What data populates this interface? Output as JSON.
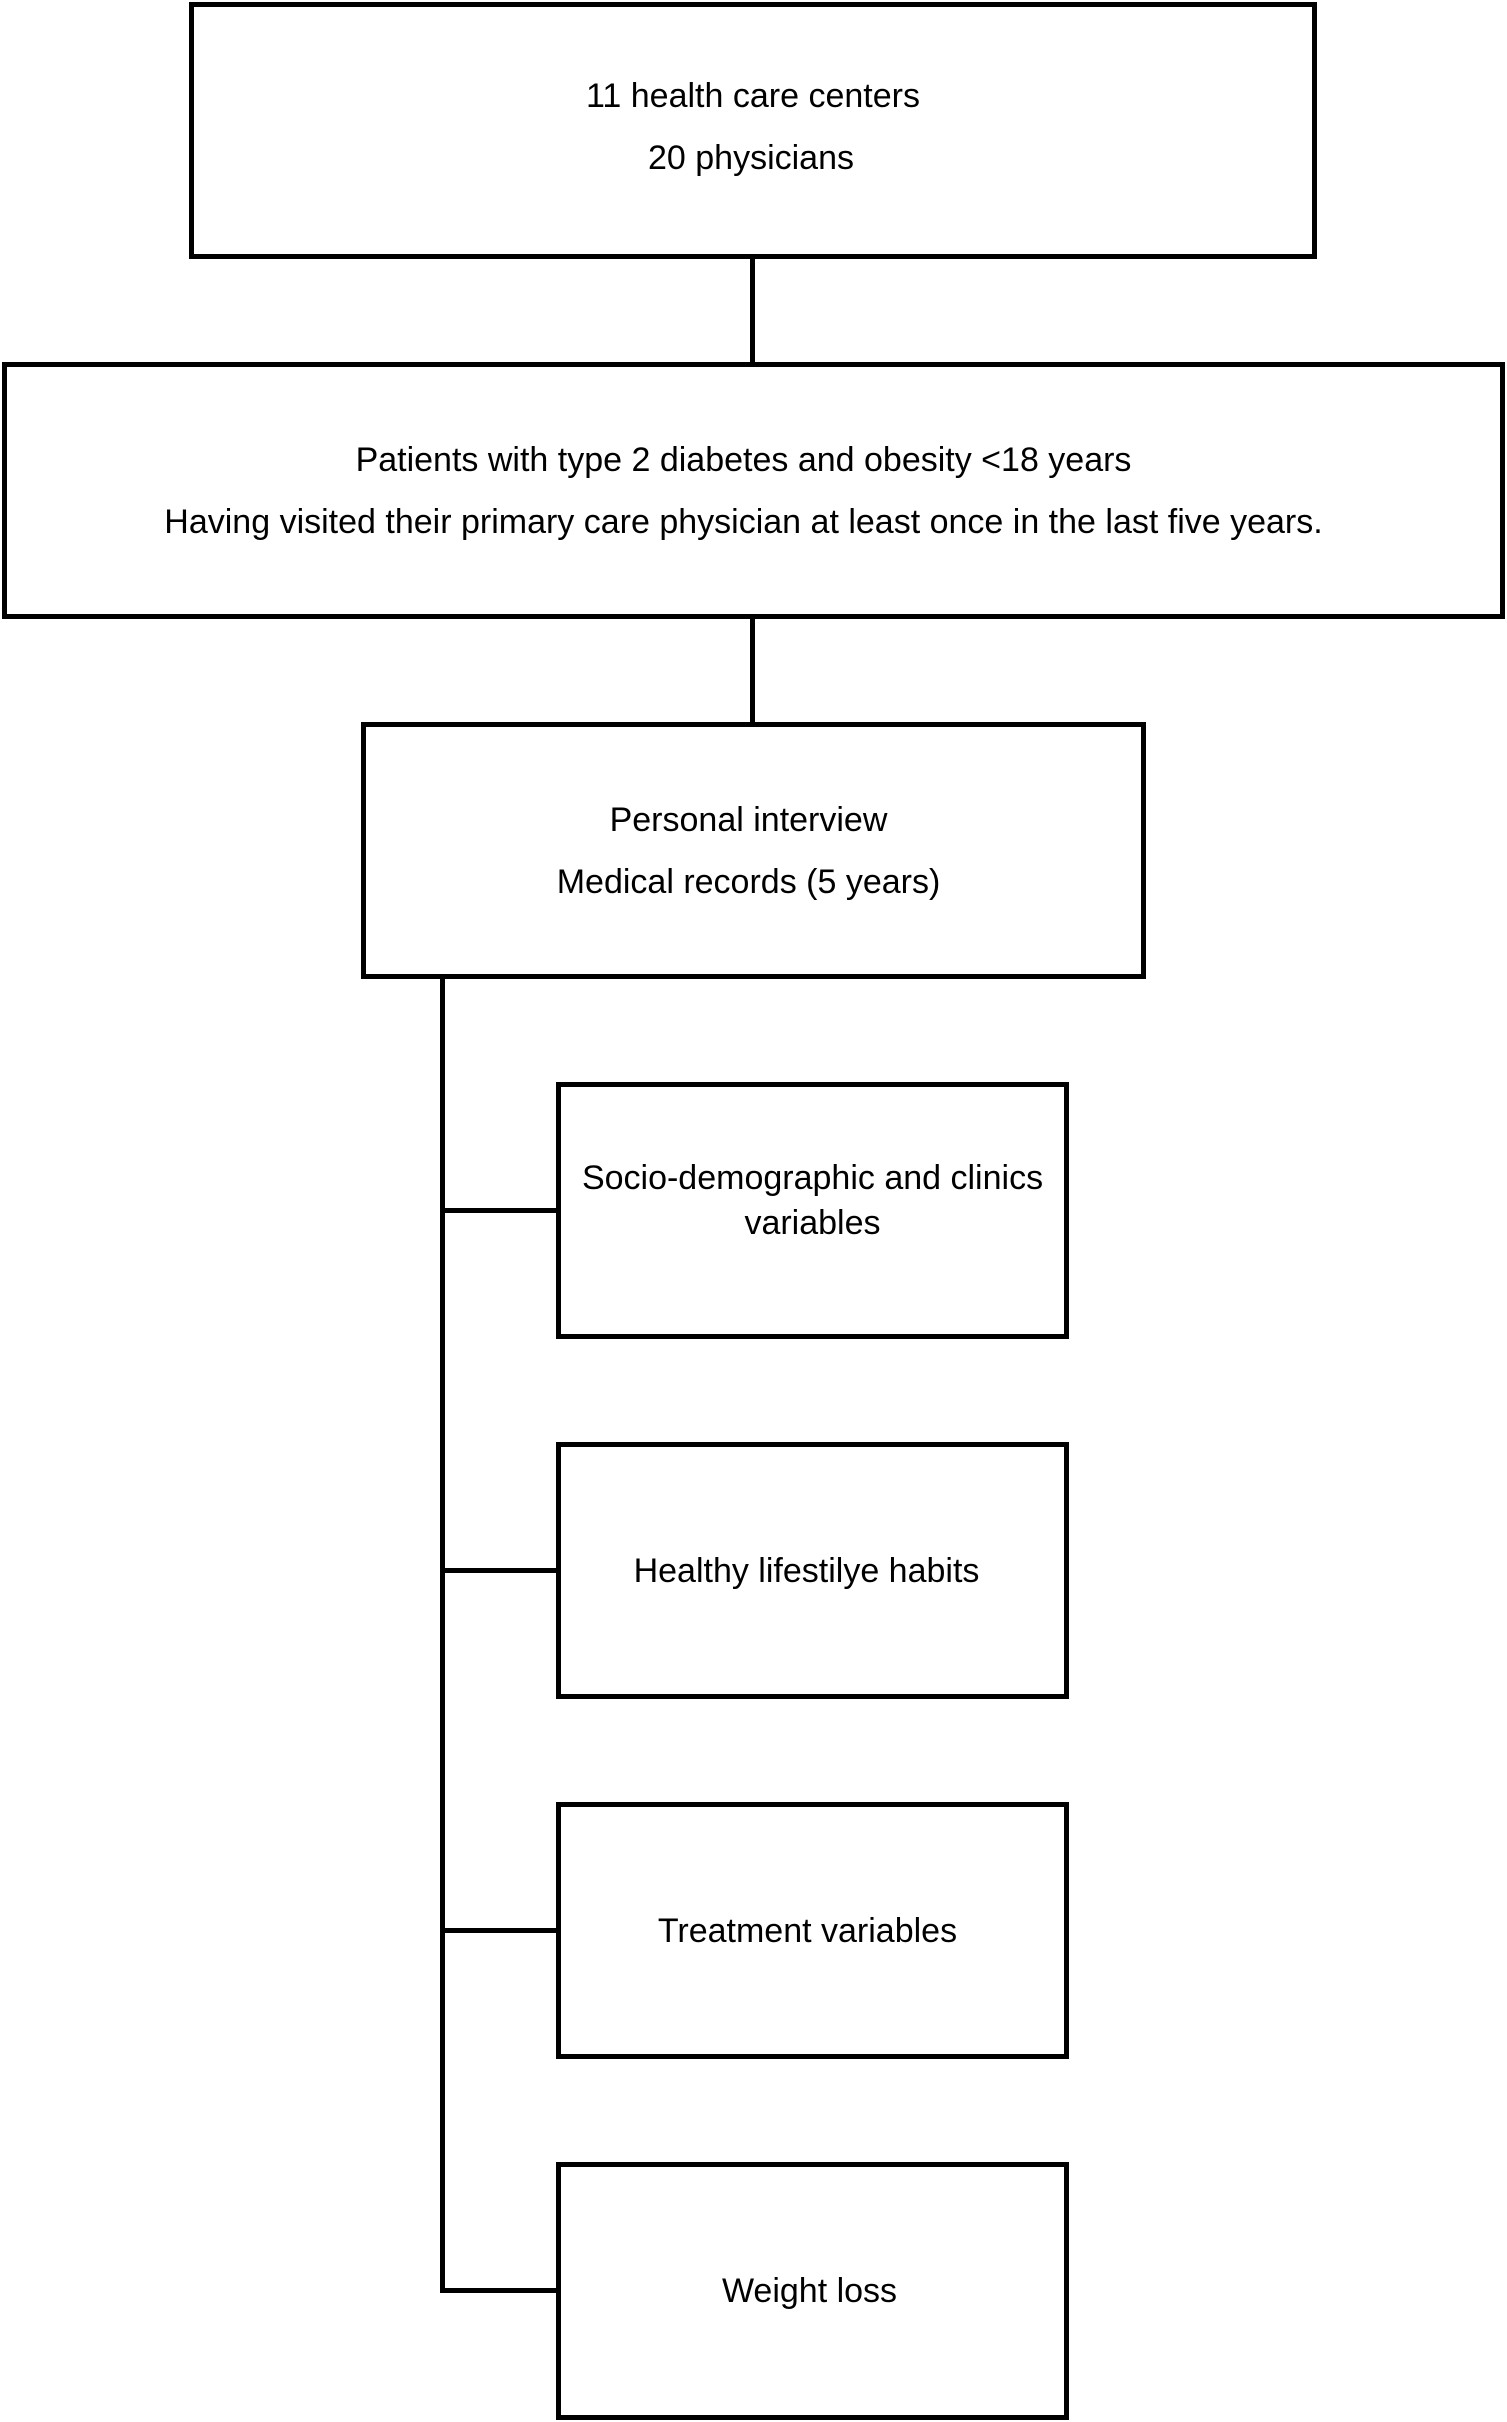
{
  "diagram": {
    "centers_box": {
      "line1": "11 health care centers",
      "line2": "20 physicians"
    },
    "patients_box": {
      "line1": "Patients with type 2 diabetes and obesity <18 years",
      "line2": "Having visited their primary care physician at least once in the last five years."
    },
    "data_sources_box": {
      "line1": "Personal interview",
      "line2": "Medical records (5 years)"
    },
    "variables": {
      "socio": "Socio-demographic and clinics variables",
      "habits": "Healthy lifestilye habits",
      "treatment": "Treatment variables",
      "weight": "Weight loss"
    }
  },
  "colors": {
    "stroke": "#000000",
    "background": "#ffffff"
  }
}
